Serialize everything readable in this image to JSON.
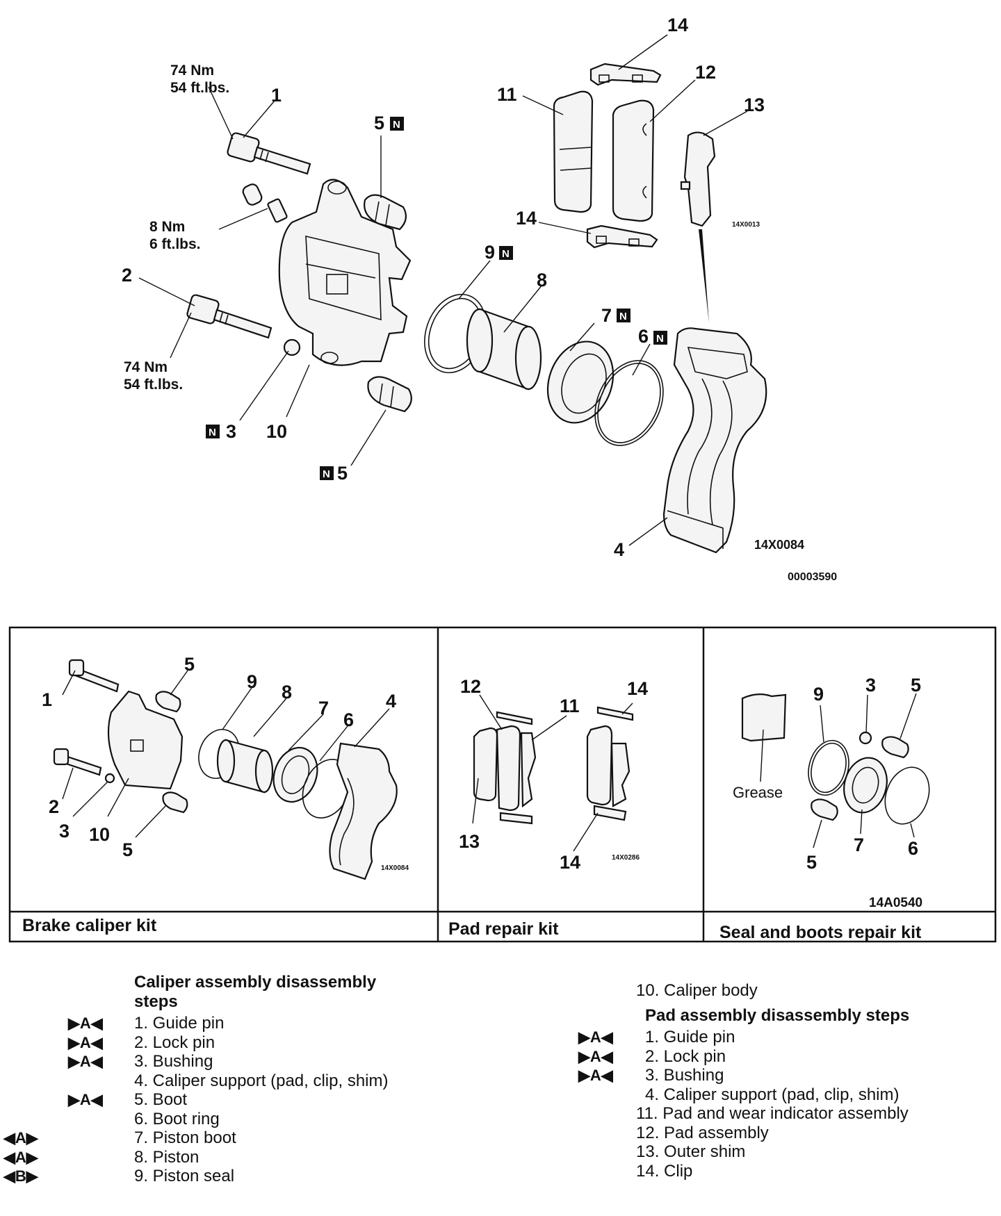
{
  "diagram": {
    "callouts": {
      "c14_top": "14",
      "c12": "12",
      "c11": "11",
      "c13": "13",
      "c14_mid": "14",
      "c1": "1",
      "c2": "2",
      "c3": "3",
      "c10": "10",
      "c5_top": "5",
      "c5_bot": "5",
      "c9": "9",
      "c8": "8",
      "c7": "7",
      "c6": "6",
      "c4": "4"
    },
    "n_mark": "N",
    "torque_guide": [
      "74 Nm",
      "54 ft.lbs."
    ],
    "torque_bleeder": [
      "8 Nm",
      "6 ft.lbs."
    ],
    "torque_lock": [
      "74 Nm",
      "54 ft.lbs."
    ],
    "ref_codes": {
      "pad_group": "14X0013",
      "caliper_support": "14X0084",
      "figure": "00003590"
    }
  },
  "kits": [
    {
      "label": "Brake caliper kit",
      "code": "14X0084",
      "callouts": [
        "1",
        "2",
        "3",
        "10",
        "5",
        "5",
        "9",
        "8",
        "7",
        "6",
        "4"
      ]
    },
    {
      "label": "Pad repair kit",
      "code": "14X0286",
      "callouts": [
        "12",
        "11",
        "14",
        "13",
        "14"
      ]
    },
    {
      "label": "Seal and boots repair kit",
      "code": "14A0540",
      "grease": "Grease",
      "callouts": [
        "9",
        "3",
        "5",
        "5",
        "7",
        "6"
      ]
    }
  ],
  "caliper_steps": {
    "heading": [
      "Caliper assembly disassembly",
      "steps"
    ],
    "items": [
      {
        "mark": "▶A◀",
        "text": "1. Guide pin"
      },
      {
        "mark": "▶A◀",
        "text": "2. Lock pin"
      },
      {
        "mark": "▶A◀",
        "text": "3. Bushing"
      },
      {
        "mark": "",
        "text": "4. Caliper support (pad, clip, shim)"
      },
      {
        "mark": "▶A◀",
        "text": "5. Boot"
      },
      {
        "mark": "",
        "text": "6. Boot ring"
      },
      {
        "mark": "◀A▶",
        "text": "7. Piston boot"
      },
      {
        "mark": "◀A▶",
        "text": "8. Piston"
      },
      {
        "mark": "◀B▶",
        "text": "9. Piston seal"
      },
      {
        "mark": "",
        "text": "10. Caliper body"
      }
    ]
  },
  "pad_steps": {
    "heading": "Pad assembly disassembly steps",
    "items": [
      {
        "mark": "▶A◀",
        "text": "1. Guide pin"
      },
      {
        "mark": "▶A◀",
        "text": "2. Lock pin"
      },
      {
        "mark": "▶A◀",
        "text": "3. Bushing"
      },
      {
        "mark": "",
        "text": "4. Caliper support (pad, clip, shim)"
      },
      {
        "mark": "",
        "text": "11. Pad and wear indicator assembly"
      },
      {
        "mark": "",
        "text": "12. Pad assembly"
      },
      {
        "mark": "",
        "text": "13. Outer shim"
      },
      {
        "mark": "",
        "text": "14. Clip"
      }
    ]
  }
}
